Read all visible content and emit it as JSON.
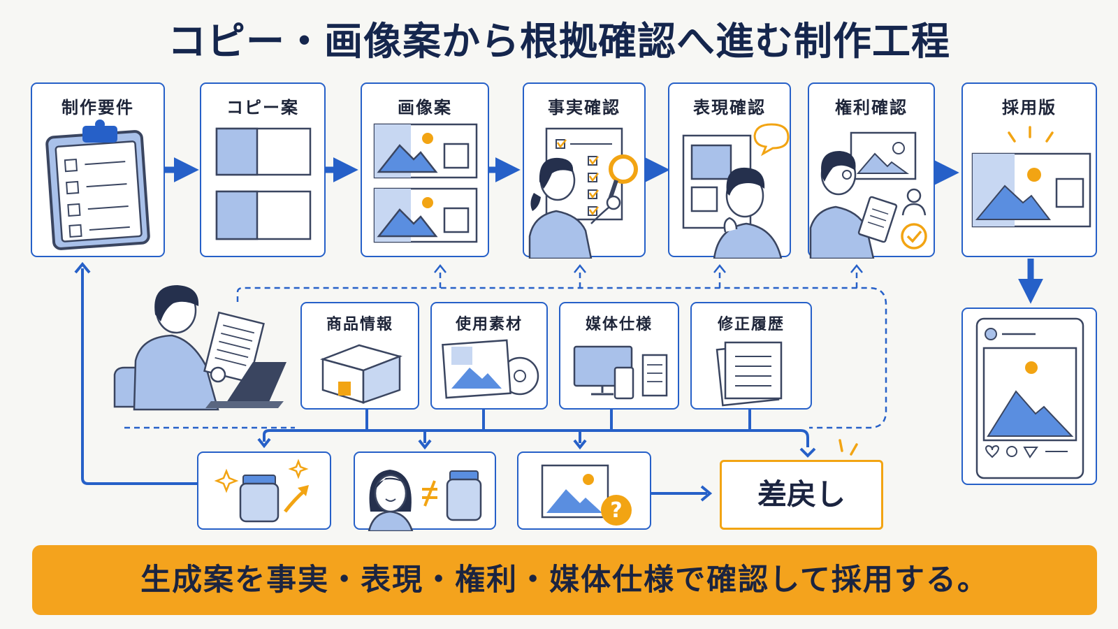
{
  "title": "コピー・画像案から根拠確認へ進む制作工程",
  "steps": [
    {
      "label": "制作要件",
      "icon": "clipboard-checklist-icon"
    },
    {
      "label": "コピー案",
      "icon": "layout-draft-icon"
    },
    {
      "label": "画像案",
      "icon": "image-drafts-icon"
    },
    {
      "label": "事実確認",
      "icon": "person-magnifier-checklist-icon"
    },
    {
      "label": "表現確認",
      "icon": "person-thinking-speech-icon"
    },
    {
      "label": "権利確認",
      "icon": "person-clipboard-rights-icon"
    },
    {
      "label": "採用版",
      "icon": "approved-image-icon"
    }
  ],
  "info_sources": [
    {
      "label": "商品情報",
      "icon": "product-box-icon"
    },
    {
      "label": "使用素材",
      "icon": "photo-disc-icon"
    },
    {
      "label": "媒体仕様",
      "icon": "devices-icon"
    },
    {
      "label": "修正履歴",
      "icon": "document-stack-icon"
    }
  ],
  "issues": [
    {
      "icon": "exaggerated-product-claim-icon"
    },
    {
      "icon": "person-not-equal-product-icon"
    },
    {
      "icon": "image-question-icon"
    }
  ],
  "reject_label": "差戻し",
  "banner_text": "生成案を事実・表現・権利・媒体仕様で確認して採用する。",
  "colors": {
    "accent_blue": "#2660c8",
    "light_blue": "#a9c1ea",
    "accent_orange": "#f4a31d",
    "navy": "#15264d"
  }
}
